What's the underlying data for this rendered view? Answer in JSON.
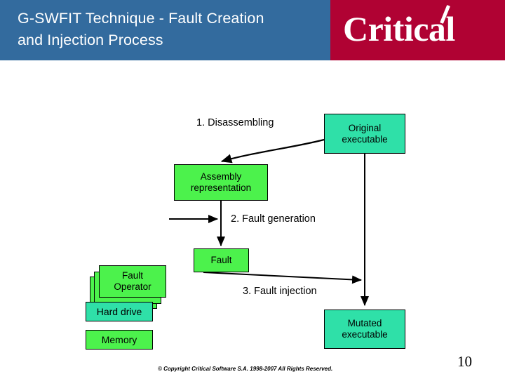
{
  "header": {
    "title": "G-SWFIT Technique - Fault Creation\nand Injection Process",
    "brand": "Critical",
    "blue_color": "#336b9e",
    "red_color": "#b00233",
    "title_color": "#ffffff"
  },
  "diagram": {
    "colors": {
      "teal_box": "#2fe0a8",
      "green_box": "#4cf24c",
      "outline": "#000000",
      "connector": "#000000"
    },
    "nodes": [
      {
        "id": "original-executable",
        "label": "Original\nexecutable",
        "fill": "teal"
      },
      {
        "id": "assembly-representation",
        "label": "Assembly\nrepresentation",
        "fill": "green"
      },
      {
        "id": "fault-operator",
        "label": "Fault\nOperator",
        "fill": "green",
        "stacked": true
      },
      {
        "id": "fault",
        "label": "Fault",
        "fill": "green"
      },
      {
        "id": "mutated-executable",
        "label": "Mutated\nexecutable",
        "fill": "teal"
      }
    ],
    "step_labels": [
      {
        "id": "step-1",
        "text": "1. Disassembling"
      },
      {
        "id": "step-2",
        "text": "2. Fault generation"
      },
      {
        "id": "step-3",
        "text": "3. Fault injection"
      }
    ],
    "legend": [
      {
        "id": "hard-drive",
        "label": "Hard drive",
        "fill": "teal"
      },
      {
        "id": "memory",
        "label": "Memory",
        "fill": "green"
      }
    ]
  },
  "footer": {
    "copyright": "© Copyright Critical Software S.A. 1998-2007 All Rights Reserved.",
    "page_number": "10"
  }
}
